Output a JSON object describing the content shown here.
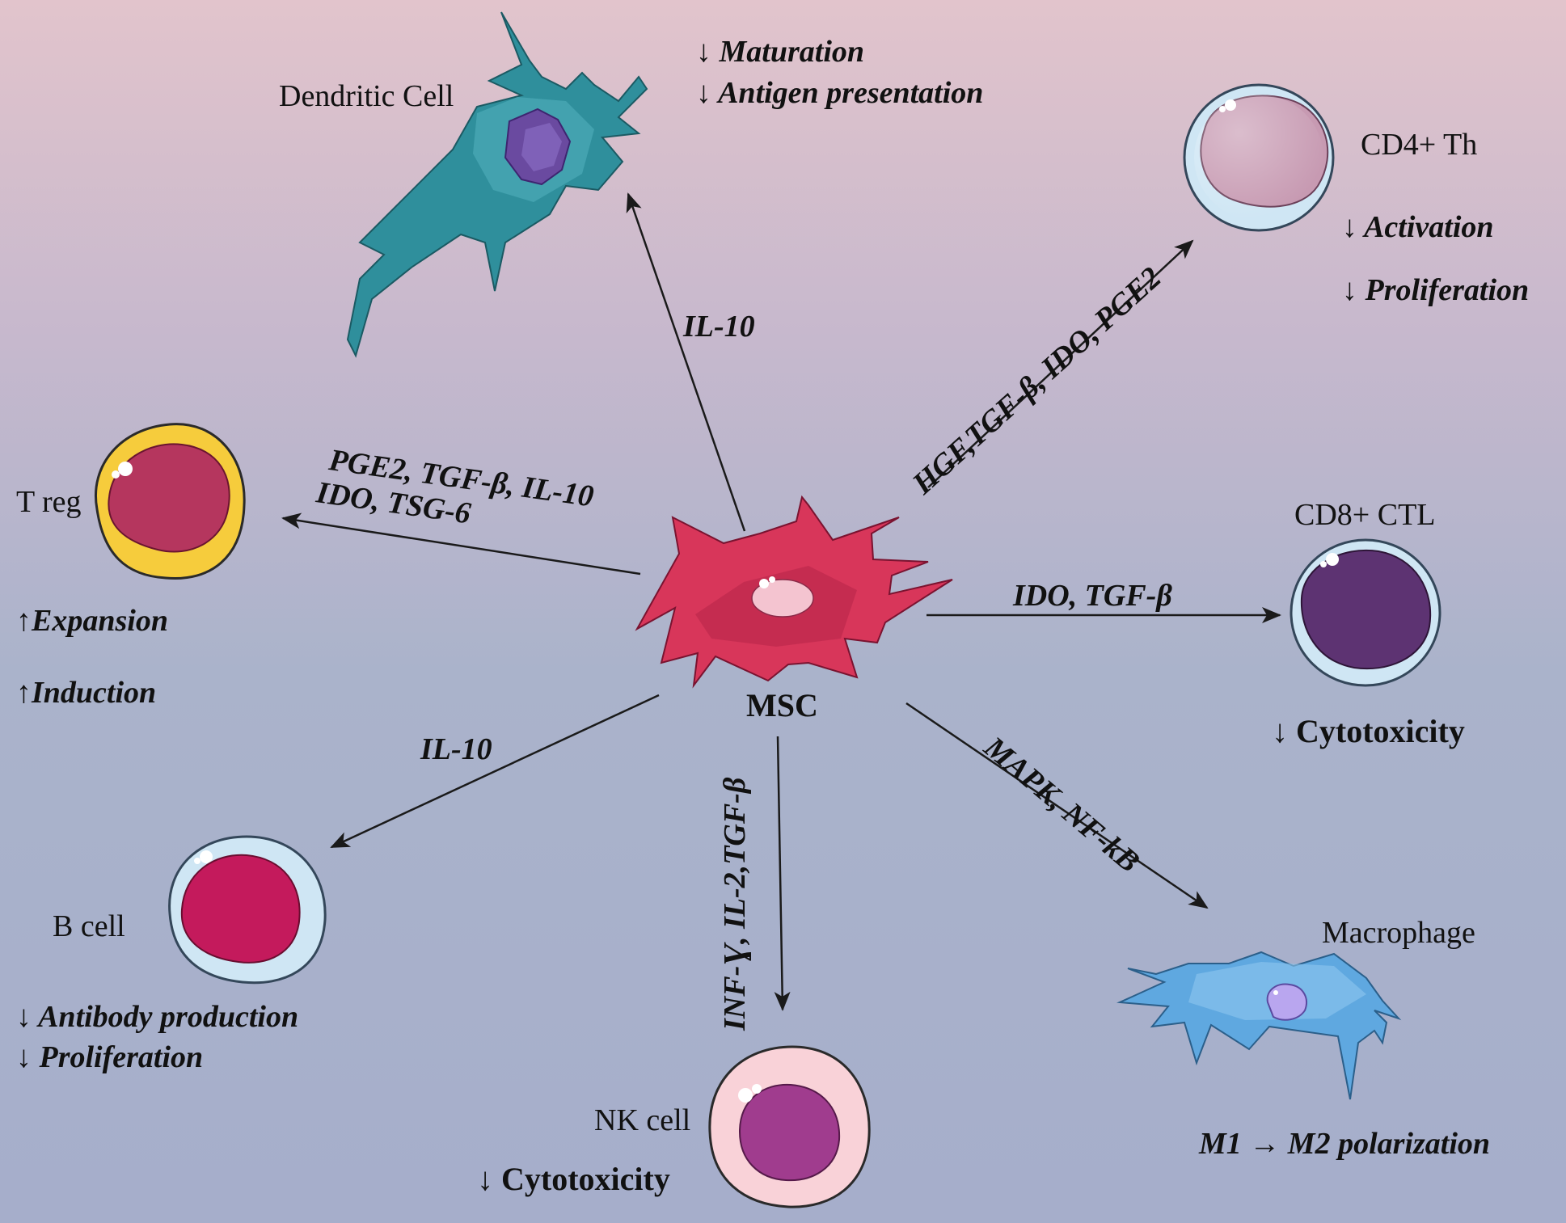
{
  "center": {
    "label": "MSC"
  },
  "cells": {
    "dendritic": {
      "label": "Dendritic Cell",
      "effects": [
        "↓ Maturation",
        "↓ Antigen presentation"
      ]
    },
    "cd4": {
      "label": "CD4+ Th",
      "effects": [
        "↓ Activation",
        "↓ Proliferation"
      ]
    },
    "treg": {
      "label": "T reg",
      "effects": [
        "↑Expansion",
        "↑Induction"
      ]
    },
    "cd8": {
      "label": "CD8+ CTL",
      "effects": [
        "↓ Cytotoxicity"
      ]
    },
    "bcell": {
      "label": "B cell",
      "effects": [
        "↓ Antibody production",
        "↓ Proliferation"
      ]
    },
    "nk": {
      "label": "NK cell",
      "effects": [
        "↓ Cytotoxicity"
      ]
    },
    "macrophage": {
      "label": "Macrophage",
      "effects": [
        "M1 → M2 polarization"
      ]
    }
  },
  "factors": {
    "to_dendritic": "IL-10",
    "to_cd4": "HGF,TGF-β, IDO, PGE2",
    "to_treg_line1": "PGE2, TGF-β, IL-10",
    "to_treg_line2": "IDO, TSG-6",
    "to_cd8": "IDO, TGF-β",
    "to_bcell": "IL-10",
    "to_nk": "INF-Ɣ, IL-2,TGF-β",
    "to_macrophage": "MAPK, NF-kB"
  },
  "colors": {
    "msc": "#d8365a",
    "dendritic": "#2f8f9c",
    "cd4_nucleus": "#c79ab2",
    "treg_nucleus": "#b5365e",
    "treg_ring": "#f6cc3c",
    "cd8_nucleus": "#5d3372",
    "bcell_nucleus": "#c41a5c",
    "nk_nucleus": "#a03c8e",
    "nk_ring": "#f9d2d8",
    "macrophage": "#5fa8e0",
    "membrane": "#cfe6f4",
    "arrow": "#1a1a1a"
  }
}
